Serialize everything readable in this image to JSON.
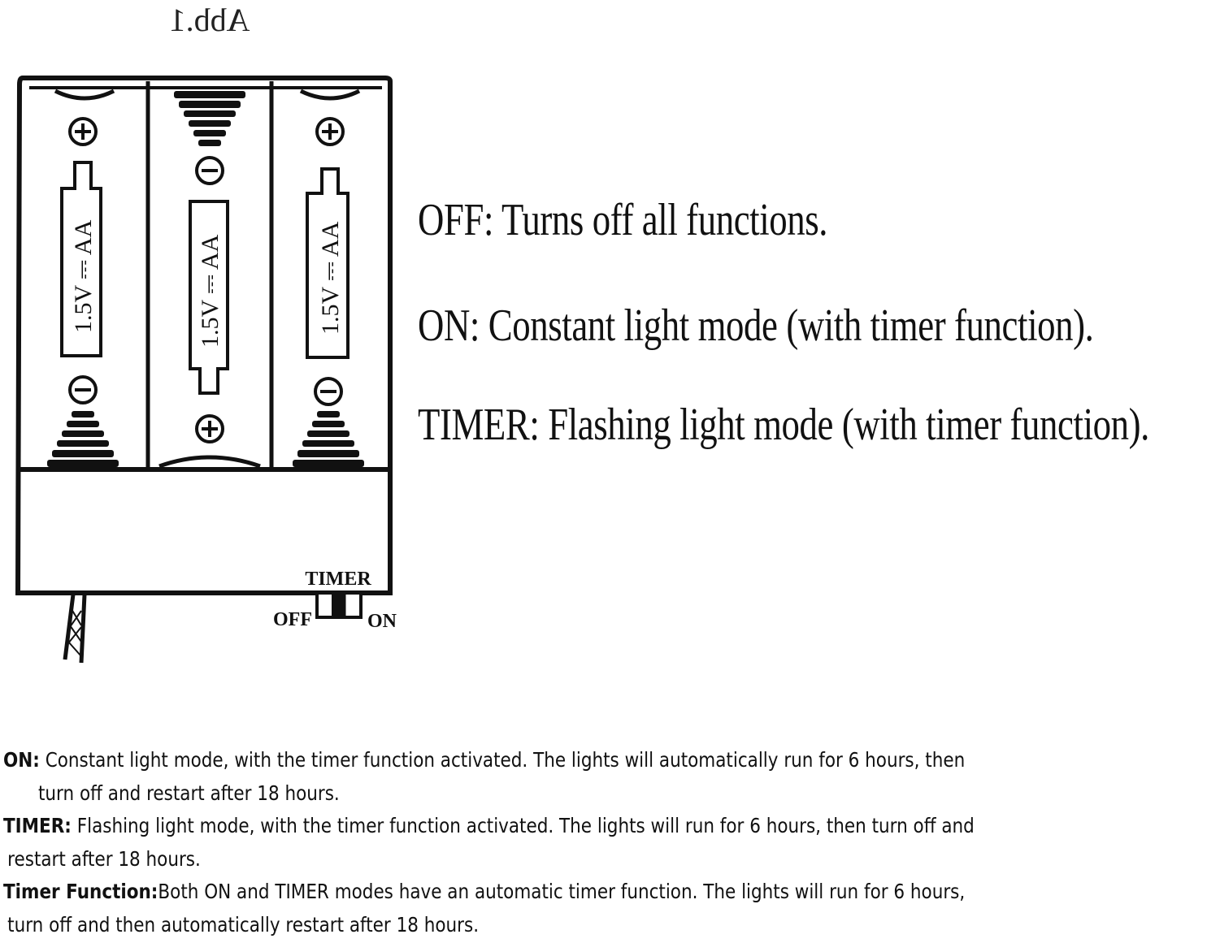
{
  "diagram": {
    "title_mirrored": "Abb.1",
    "cells": [
      {
        "top_terminal": "⊕",
        "bottom_terminal": "⊖",
        "label": "1.5V ⎓ AA"
      },
      {
        "top_terminal": "⊖",
        "bottom_terminal": "⊕",
        "label": "1.5V ⎓ AA"
      },
      {
        "top_terminal": "⊕",
        "bottom_terminal": "⊖",
        "label": "1.5V ⎓ AA"
      }
    ],
    "switch": {
      "label_top": "TIMER",
      "label_left": "OFF",
      "label_right": "ON"
    }
  },
  "modes": [
    {
      "text": "OFF: Turns off all functions."
    },
    {
      "text": "ON: Constant light mode (with timer function)."
    },
    {
      "text": "TIMER: Flashing light mode (with timer function)."
    }
  ],
  "notes": [
    {
      "term": "ON:",
      "text": " Constant light mode, with the timer function activated. The lights will automatically run for 6 hours, then",
      "continuation": "turn off and restart after 18 hours."
    },
    {
      "term": "TIMER:",
      "text": " Flashing light mode, with the timer function activated. The lights will run for 6 hours, then turn off and",
      "continuation": "restart after 18 hours."
    },
    {
      "term": "Timer Function:",
      "text": "Both ON and TIMER modes have an automatic timer function. The lights will run for 6 hours,",
      "continuation": "turn off and then automatically restart after 18 hours."
    }
  ]
}
